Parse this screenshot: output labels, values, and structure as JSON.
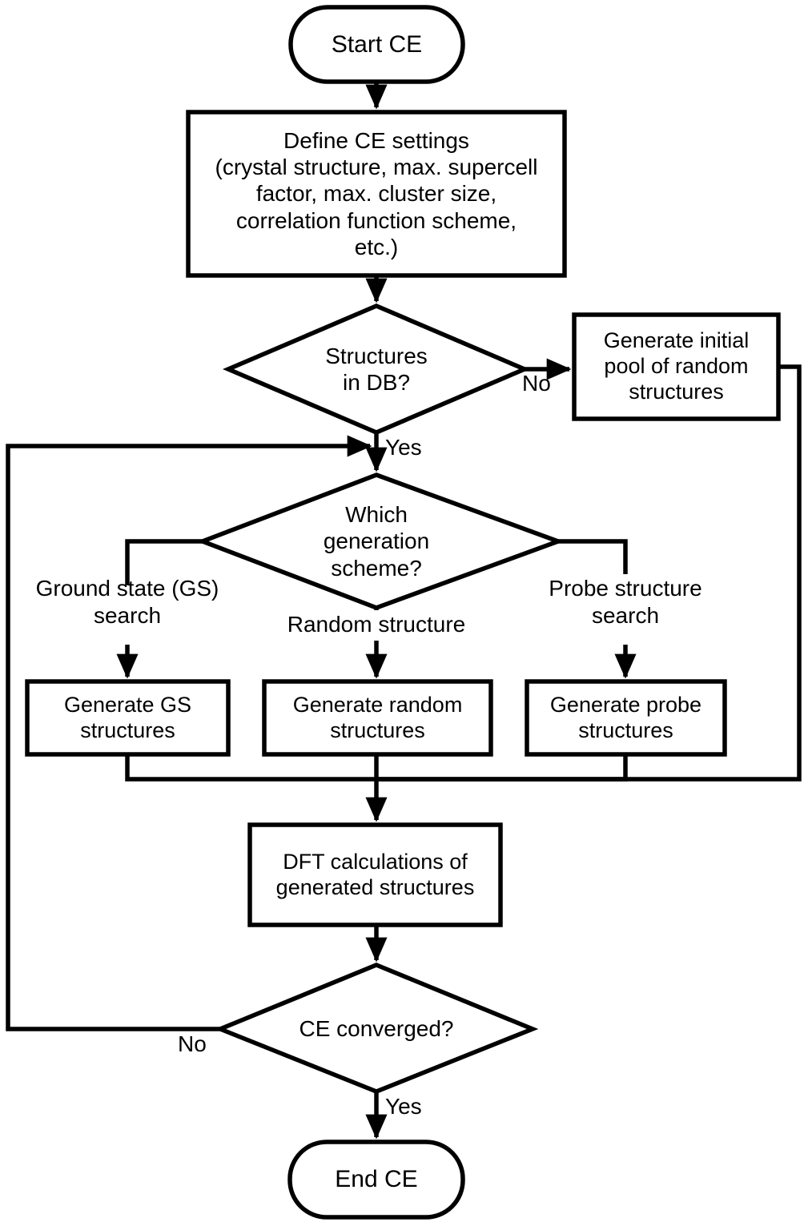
{
  "diagram": {
    "title": "Cluster Expansion (CE) workflow flowchart",
    "stroke_color": "#000000",
    "fill_color": "#ffffff",
    "text_color": "#000000"
  },
  "nodes": {
    "start": {
      "label": "Start CE",
      "shape": "terminal"
    },
    "settings": {
      "label": "Define CE settings\n(crystal structure, max. supercell\nfactor, max. cluster size,\ncorrelation function scheme,\netc.)",
      "shape": "process"
    },
    "structures_in_db": {
      "label": "Structures\nin DB?",
      "shape": "decision"
    },
    "initial_pool": {
      "label": "Generate initial\npool of random\nstructures",
      "shape": "process"
    },
    "which_scheme": {
      "label": "Which\ngeneration\nscheme?",
      "shape": "decision"
    },
    "generate_gs": {
      "label": "Generate GS\nstructures",
      "shape": "process"
    },
    "generate_random": {
      "label": "Generate random\nstructures",
      "shape": "process"
    },
    "generate_probe": {
      "label": "Generate probe\nstructures",
      "shape": "process"
    },
    "dft": {
      "label": "DFT calculations of\ngenerated structures",
      "shape": "process"
    },
    "ce_converged": {
      "label": "CE converged?",
      "shape": "decision"
    },
    "end": {
      "label": "End CE",
      "shape": "terminal"
    }
  },
  "edge_labels": {
    "db_no": "No",
    "db_yes": "Yes",
    "scheme_gs": "Ground state (GS)\nsearch",
    "scheme_random": "Random structure",
    "scheme_probe": "Probe structure\nsearch",
    "converged_no": "No",
    "converged_yes": "Yes"
  }
}
